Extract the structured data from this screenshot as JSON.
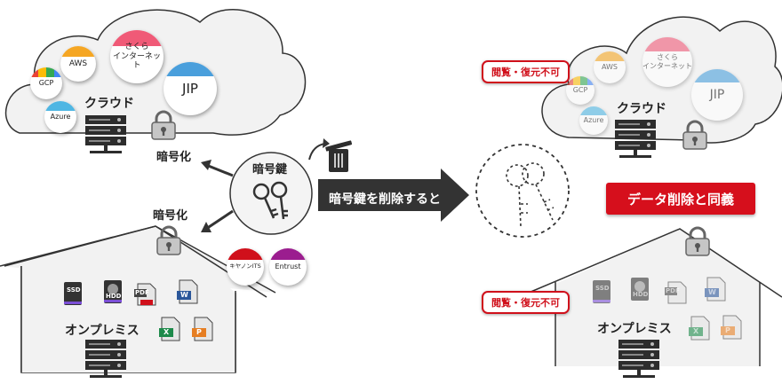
{
  "left": {
    "cloud_label": "クラウド",
    "onprem_label": "オンプレミス",
    "encrypt_label_cloud": "暗号化",
    "encrypt_label_onprem": "暗号化",
    "providers": {
      "aws": "AWS",
      "gcp": "GCP",
      "azure": "Azure",
      "sakura_line1": "さくら",
      "sakura_line2": "インターネット",
      "jip": "JIP"
    },
    "files": {
      "ssd": "SSD",
      "hdd": "HDD",
      "pdf": "PDF",
      "word": "W",
      "excel": "X",
      "ppt": "P"
    }
  },
  "center": {
    "key_label": "暗号鍵",
    "arrow_text": "暗号鍵を削除すると",
    "vendor1": "キヤノンITS",
    "vendor2": "Entrust"
  },
  "right": {
    "cloud_label": "クラウド",
    "onprem_label": "オンプレミス",
    "badge_cloud": "閲覧・復元不可",
    "badge_onprem": "閲覧・復元不可",
    "result_box": "データ削除と同義",
    "providers": {
      "aws": "AWS",
      "gcp": "GCP",
      "azure": "Azure",
      "sakura_line1": "さくら",
      "sakura_line2": "インターネット",
      "jip": "JIP"
    },
    "files": {
      "ssd": "SSD",
      "hdd": "HDD",
      "pdf": "PDF",
      "word": "W",
      "excel": "X",
      "ppt": "P"
    }
  },
  "colors": {
    "accent_red": "#d60f1c",
    "aws": "#f5a623",
    "sakura": "#f05a77",
    "jip": "#4a9fdc",
    "azure": "#4fb6e3",
    "trust": "#9b1d8f",
    "canon": "#d0101b",
    "cloud_fill": "#f2f2f2",
    "house_fill": "#f2f2f2"
  },
  "icons": [
    "lock-icon",
    "server-icon",
    "trash-icon",
    "key-icon",
    "ssd-icon",
    "hdd-icon",
    "pdf-file-icon",
    "word-file-icon",
    "excel-file-icon",
    "powerpoint-file-icon"
  ]
}
